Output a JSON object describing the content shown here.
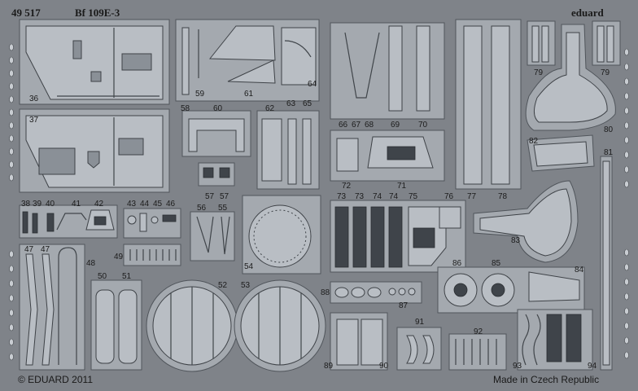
{
  "header": {
    "catalog_number": "49 517",
    "model_name": "Bf 109E-3",
    "brand": "eduard"
  },
  "footer": {
    "copyright": "© EDUARD 2011",
    "origin": "Made in Czech Republic"
  },
  "part_numbers": [
    "36",
    "37",
    "38",
    "39",
    "40",
    "41",
    "42",
    "43",
    "44",
    "45",
    "46",
    "47",
    "47",
    "48",
    "49",
    "50",
    "51",
    "52",
    "53",
    "54",
    "55",
    "56",
    "57",
    "57",
    "58",
    "59",
    "60",
    "61",
    "62",
    "63",
    "64",
    "65",
    "66",
    "67",
    "68",
    "69",
    "70",
    "71",
    "72",
    "73",
    "73",
    "74",
    "74",
    "75",
    "76",
    "77",
    "78",
    "79",
    "79",
    "80",
    "81",
    "82",
    "83",
    "84",
    "85",
    "86",
    "87",
    "88",
    "89",
    "90",
    "91",
    "92",
    "93",
    "94"
  ]
}
